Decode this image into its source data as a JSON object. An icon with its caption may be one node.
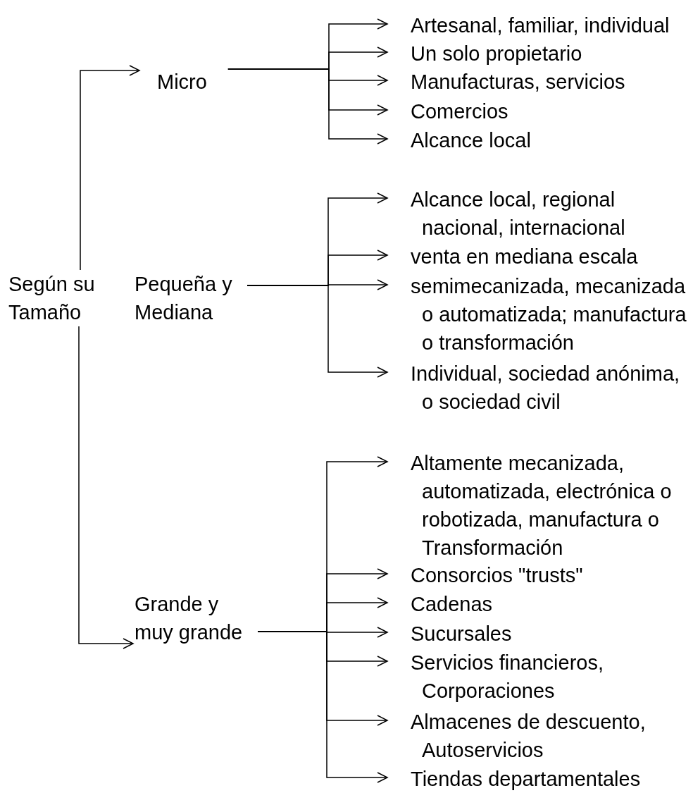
{
  "diagram": {
    "nodes": [
      {
        "text": [
          "Según su Tamaño"
        ]
      },
      {
        "text": [
          "Micro"
        ]
      },
      {
        "text": [
          "Pequeña y Mediana"
        ]
      },
      {
        "text": [
          "Grande y muy grande"
        ]
      },
      {
        "text": [
          "Artesanal, familiar, individual"
        ]
      },
      {
        "text": [
          "Un solo propietario"
        ]
      },
      {
        "text": [
          "Manufacturas, servicios"
        ]
      },
      {
        "text": [
          "Comercios"
        ]
      },
      {
        "text": [
          "Alcance local"
        ]
      },
      {
        "text": [
          "Alcance local, regional nacional, internacional"
        ]
      },
      {
        "text": [
          "venta en mediana escala"
        ]
      },
      {
        "text": [
          "semimecanizada, mecanizada o automatizada; manufactura o transformación"
        ]
      },
      {
        "text": [
          "Individual, sociedad anónima, o sociedad civil"
        ]
      },
      {
        "text": [
          "Altamente mecanizada, automatizada, electrónica o robotizada, manufactura o Transformación"
        ]
      },
      {
        "text": [
          "Consorcios \"trusts\""
        ]
      },
      {
        "text": [
          "Cadenas"
        ]
      },
      {
        "text": [
          "Sucursales"
        ]
      },
      {
        "text": [
          "Servicios financieros, Corporaciones"
        ]
      },
      {
        "text": [
          "Almacenes de descuento, Autoservicios"
        ]
      },
      {
        "text": [
          "Tiendas departamentales"
        ]
      }
    ],
    "edges": [
      {
        "from": 0,
        "to": 1,
        "arrow": "to"
      },
      {
        "from": 0,
        "to": 3,
        "arrow": "to"
      },
      {
        "from": 1,
        "to": 4,
        "arrow": "to"
      },
      {
        "from": 1,
        "to": 5,
        "arrow": "to"
      },
      {
        "from": 1,
        "to": 6,
        "arrow": "to"
      },
      {
        "from": 1,
        "to": 7,
        "arrow": "to"
      },
      {
        "from": 1,
        "to": 8,
        "arrow": "to"
      },
      {
        "from": 2,
        "to": 9,
        "arrow": "to"
      },
      {
        "from": 2,
        "to": 10,
        "arrow": "to"
      },
      {
        "from": 2,
        "to": 11,
        "arrow": "to"
      },
      {
        "from": 2,
        "to": 12,
        "arrow": "to"
      },
      {
        "from": 3,
        "to": 13,
        "arrow": "to"
      },
      {
        "from": 3,
        "to": 14,
        "arrow": "to"
      },
      {
        "from": 3,
        "to": 15,
        "arrow": "to"
      },
      {
        "from": 3,
        "to": 16,
        "arrow": "to"
      },
      {
        "from": 3,
        "to": 17,
        "arrow": "to"
      },
      {
        "from": 3,
        "to": 18,
        "arrow": "to"
      },
      {
        "from": 3,
        "to": 19,
        "arrow": "to"
      }
    ]
  }
}
